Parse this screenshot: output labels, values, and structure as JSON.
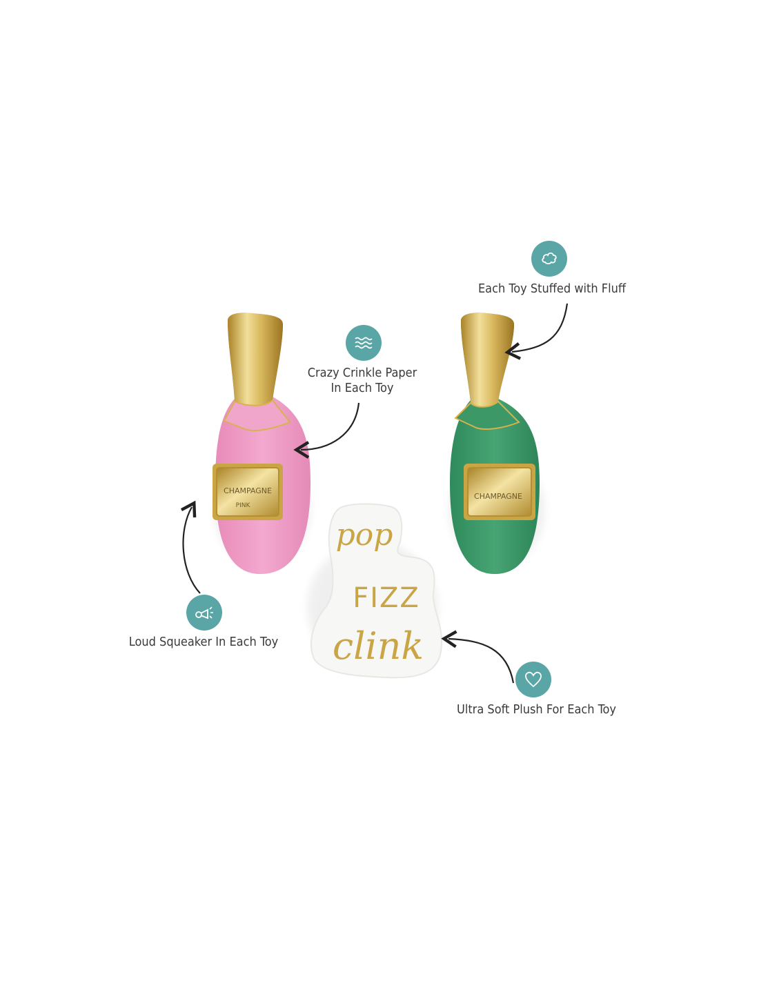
{
  "features": {
    "fluff": {
      "label": "Each Toy Stuffed with Fluff",
      "icon": "cloud-icon"
    },
    "crinkle": {
      "line1": "Crazy Crinkle Paper",
      "line2": "In Each Toy",
      "icon": "waves-icon"
    },
    "squeaker": {
      "label": "Loud Squeaker In Each Toy",
      "icon": "horn-icon"
    },
    "plush": {
      "label": "Ultra Soft Plush For Each Toy",
      "icon": "heart-icon"
    }
  },
  "toys": {
    "pink_bottle": {
      "label_line1": "CHAMPAGNE",
      "label_line2": "PINK",
      "color": "#ef9fc6"
    },
    "green_bottle": {
      "label_line1": "CHAMPAGNE",
      "color": "#3f9a6a"
    },
    "fizz_pillow": {
      "line1": "pop",
      "line2": "FIZZ",
      "line3": "clink",
      "color": "#f6f6f4"
    }
  },
  "colors": {
    "accent": "#5aa5a6",
    "gold": "#c9a545",
    "text": "#3a3a3a"
  }
}
